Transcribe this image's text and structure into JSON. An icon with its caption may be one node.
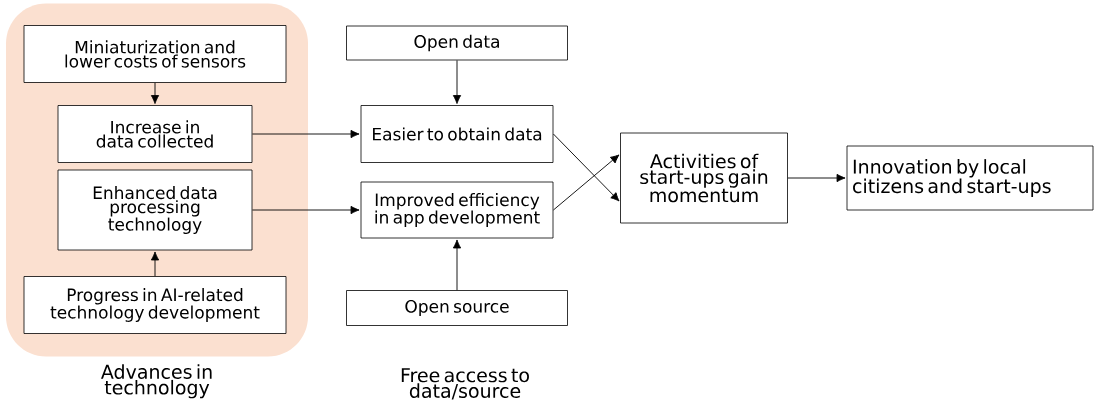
{
  "diagram": {
    "nodes": [
      {
        "text": [
          "Advances in technology"
        ]
      },
      {
        "text": [
          "Miniaturization and lower costs of sensors"
        ],
        "in": 0
      },
      {
        "text": [
          "Increase in data collected"
        ],
        "in": 0
      },
      {
        "text": [
          "Enhanced data processing technology"
        ],
        "in": 0
      },
      {
        "text": [
          "Progress in AI-related technology development"
        ],
        "in": 0
      },
      {
        "text": [
          "Open data"
        ]
      },
      {
        "text": [
          "Easier to obtain data"
        ]
      },
      {
        "text": [
          "Improved efficiency in app development"
        ]
      },
      {
        "text": [
          "Open source"
        ]
      },
      {
        "text": [
          "Activities of start-ups gain momentum"
        ]
      },
      {
        "text": [
          "Innovation by local citizens and start-ups"
        ]
      }
    ],
    "edges": [
      {
        "from": 1,
        "to": 2,
        "arrow": "to"
      },
      {
        "from": 4,
        "to": 3,
        "arrow": "to"
      },
      {
        "from": 2,
        "to": 6,
        "arrow": "to"
      },
      {
        "from": 3,
        "to": 7,
        "arrow": "to"
      },
      {
        "from": 5,
        "to": 6,
        "arrow": "to"
      },
      {
        "from": 8,
        "to": 7,
        "arrow": "to"
      },
      {
        "from": 6,
        "to": 9,
        "arrow": "to"
      },
      {
        "from": 7,
        "to": 9,
        "arrow": "to"
      },
      {
        "from": 9,
        "to": 10,
        "arrow": "to"
      }
    ],
    "labels": [
      "Free access to data/source"
    ]
  }
}
